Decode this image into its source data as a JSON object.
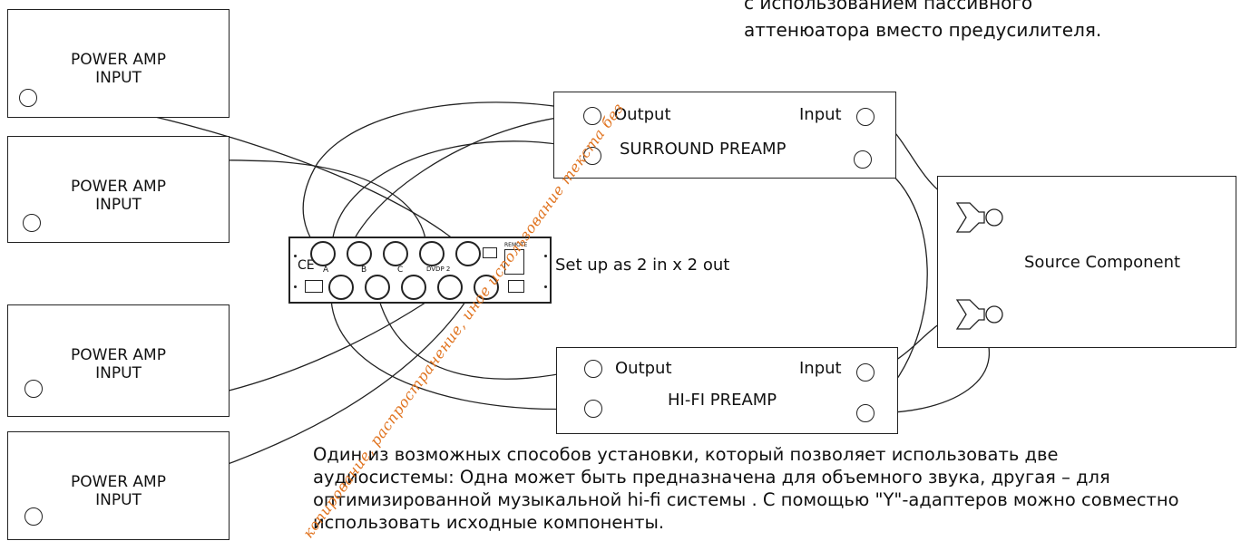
{
  "top_note": {
    "line1": "с использованием пассивного",
    "line2": "аттенюатора вместо предусилителя."
  },
  "power_amps": [
    {
      "line1": "POWER AMP",
      "line2": "INPUT"
    },
    {
      "line1": "POWER AMP",
      "line2": "INPUT"
    },
    {
      "line1": "POWER AMP",
      "line2": "INPUT"
    },
    {
      "line1": "POWER AMP",
      "line2": "INPUT"
    }
  ],
  "surround_preamp": {
    "title": "SURROUND PREAMP",
    "output_label": "Output",
    "input_label": "Input"
  },
  "hifi_preamp": {
    "title": "HI-FI PREAMP",
    "output_label": "Output",
    "input_label": "Input"
  },
  "switcher": {
    "labels": [
      "A",
      "B",
      "C",
      "DVDP 2"
    ],
    "ce_mark": "CE",
    "remote_label": "REMOTE",
    "setup_text": "Set up  as 2 in x 2 out"
  },
  "source": {
    "label": "Source Component"
  },
  "caption": "Один из возможных способов установки, который позволяет использовать две аудиосистемы: Одна может быть предназначена  для объемного звука, другая – для оптимизированной музыкальной hi-fi системы . С помощью \"Y\"-адаптеров можно совместно использовать исходные компоненты.",
  "watermark": "копирование, распространение, иное использование текста без",
  "colors": {
    "line": "#222222",
    "watermark": "#e0731f"
  }
}
